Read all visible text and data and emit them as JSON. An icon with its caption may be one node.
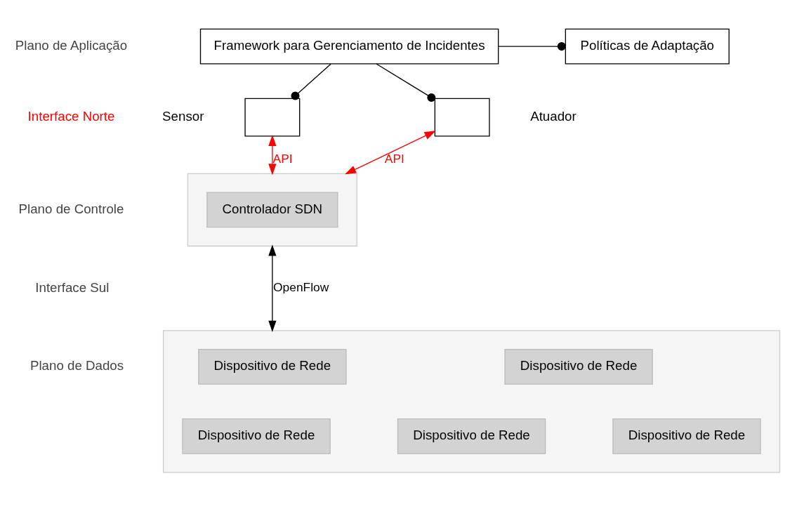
{
  "diagram": {
    "nodes": [
      {
        "text": [
          "Framework para Gerenciamento de Incidentes"
        ]
      },
      {
        "text": [
          "Políticas de Adaptação"
        ]
      },
      {
        "text": [],
        "shape": "box",
        "beside": [
          "Sensor"
        ]
      },
      {
        "text": [],
        "shape": "box",
        "beside": [
          "Atuador"
        ]
      },
      {
        "text": [],
        "shape": "box"
      },
      {
        "text": [
          "Controlador SDN"
        ],
        "in": 4
      },
      {
        "text": [],
        "shape": "box"
      },
      {
        "text": [
          "Dispositivo de Rede"
        ],
        "in": 6
      },
      {
        "text": [
          "Dispositivo de Rede"
        ],
        "in": 6
      },
      {
        "text": [
          "Dispositivo de Rede"
        ],
        "in": 6
      },
      {
        "text": [
          "Dispositivo de Rede"
        ],
        "in": 6
      },
      {
        "text": [
          "Dispositivo de Rede"
        ],
        "in": 6
      }
    ],
    "edges": [
      {
        "from": 0,
        "to": 2,
        "arrow": "other"
      },
      {
        "from": 0,
        "to": 3,
        "arrow": "other"
      },
      {
        "from": 0,
        "to": 1,
        "arrow": "other"
      },
      {
        "from": 2,
        "to": 4,
        "arrow": "both",
        "label": "API",
        "color": "#ff0000"
      },
      {
        "from": 3,
        "to": 4,
        "arrow": "both",
        "label": "API",
        "color": "#ff0000"
      },
      {
        "from": 4,
        "to": 6,
        "arrow": "both",
        "label": "OpenFlow"
      }
    ],
    "labels": [
      "Plano de Aplicação",
      "Interface Norte",
      "Plano de Controle",
      "Interface Sul",
      "Plano de Dados"
    ]
  }
}
